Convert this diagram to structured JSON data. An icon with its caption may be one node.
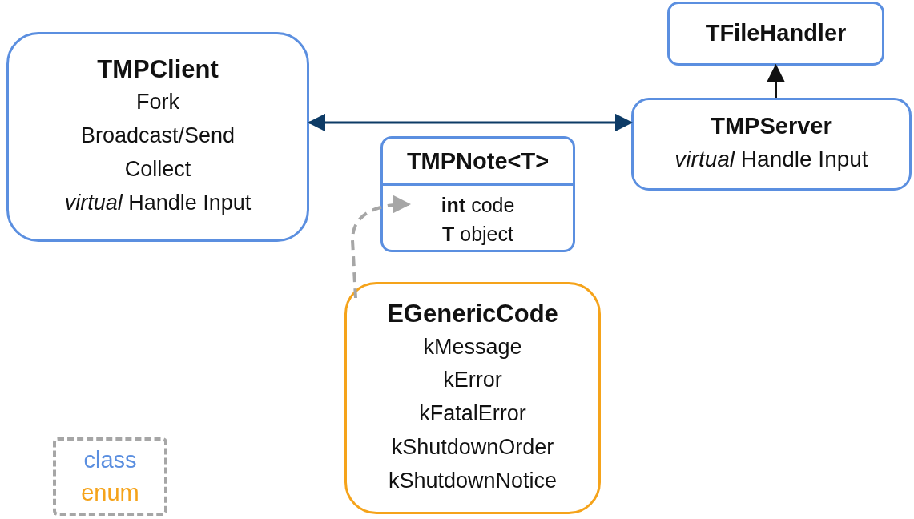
{
  "diagram": {
    "nodes": [
      {
        "text": [
          "TMPClient",
          "Fork",
          "Broadcast/Send",
          "Collect",
          "*virtual* Handle Input"
        ]
      },
      {
        "text": [
          "TFileHandler"
        ]
      },
      {
        "text": [
          "TMPServer",
          "*virtual* Handle Input"
        ]
      },
      {
        "text": [
          "TMPNote<T>",
          "**int** code",
          "**T** object"
        ]
      },
      {
        "text": [
          "EGenericCode",
          "kMessage",
          "kError",
          "kFatalError",
          "kShutdownOrder",
          "kShutdownNotice"
        ]
      }
    ],
    "edges": [
      {
        "from": 0,
        "to": 2,
        "arrow": "both",
        "color": "#0d3b66"
      },
      {
        "from": 2,
        "to": 1,
        "arrow": "to"
      },
      {
        "from": 4,
        "to": 3,
        "arrow": "to",
        "style": "dashed",
        "color": "#a6a6a6"
      }
    ],
    "legend": [
      {
        "text": "class",
        "color": "#5b8fe0"
      },
      {
        "text": "enum",
        "color": "#f5a31a"
      }
    ]
  }
}
